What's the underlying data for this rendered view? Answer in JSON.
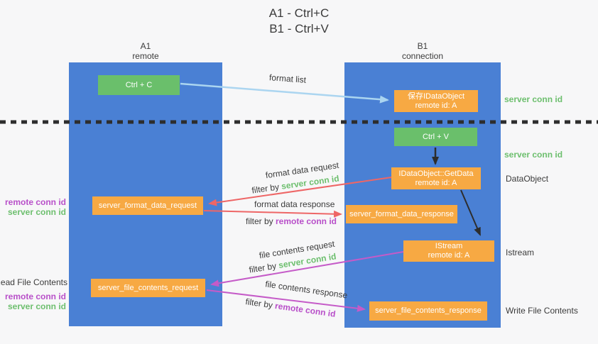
{
  "title": {
    "line1": "A1 - Ctrl+C",
    "line2": "B1 - Ctrl+V"
  },
  "lanes": {
    "a1": {
      "name": "A1",
      "subtitle": "remote"
    },
    "b1": {
      "name": "B1",
      "subtitle": "connection"
    }
  },
  "nodes": {
    "ctrl_c": {
      "label": "Ctrl + C"
    },
    "ctrl_v": {
      "label": "Ctrl + V"
    },
    "save_idataobject": {
      "line1": "保存IDataObject",
      "line2": "remote id: A"
    },
    "getdata": {
      "line1": "IDataObject::GetData",
      "line2": "remote id: A"
    },
    "istream": {
      "line1": "IStream",
      "line2": "remote id: A"
    },
    "server_format_data_request": {
      "label": "server_format_data_request"
    },
    "server_format_data_response": {
      "label": "server_format_data_response"
    },
    "server_file_contents_request": {
      "label": "server_file_contents_request"
    },
    "server_file_contents_response": {
      "label": "server_file_contents_response"
    }
  },
  "flow_labels": {
    "format_list": "format list",
    "format_data_request": "format data request",
    "format_data_request_filter": {
      "prefix": "filter by ",
      "key": "server conn id"
    },
    "format_data_response": "format data response",
    "format_data_response_filter": {
      "prefix": "filter by ",
      "key": "remote conn id"
    },
    "file_contents_request": "file contents request",
    "file_contents_request_filter": {
      "prefix": "filter by ",
      "key": "server conn id"
    },
    "file_contents_response": "file contents response",
    "file_contents_response_filter": {
      "prefix": "filter by ",
      "key": "remote conn id"
    }
  },
  "side_labels": {
    "left": {
      "format_ids": {
        "remote": "remote conn id",
        "server": "server conn id"
      },
      "read_file_contents": "Read File Contents",
      "file_ids": {
        "remote": "remote conn id",
        "server": "server conn id"
      }
    },
    "right": {
      "server_conn_id_top": "server conn id",
      "server_conn_id_mid": "server conn id",
      "dataobject": "DataObject",
      "istream": "Istream",
      "write_file_contents": "Write File Contents"
    }
  },
  "colors": {
    "background": "#f7f7f8",
    "lane_blue": "#4a80d4",
    "node_green": "#6abf6b",
    "node_orange": "#f7a943",
    "arrow_lightblue": "#abd5f0",
    "arrow_red": "#ee6666",
    "arrow_purple": "#c55bc8",
    "arrow_black": "#2d2d2d",
    "text_green": "#6dbf6e",
    "text_purple": "#b84fc9",
    "text_dark": "#3b3b3b"
  }
}
